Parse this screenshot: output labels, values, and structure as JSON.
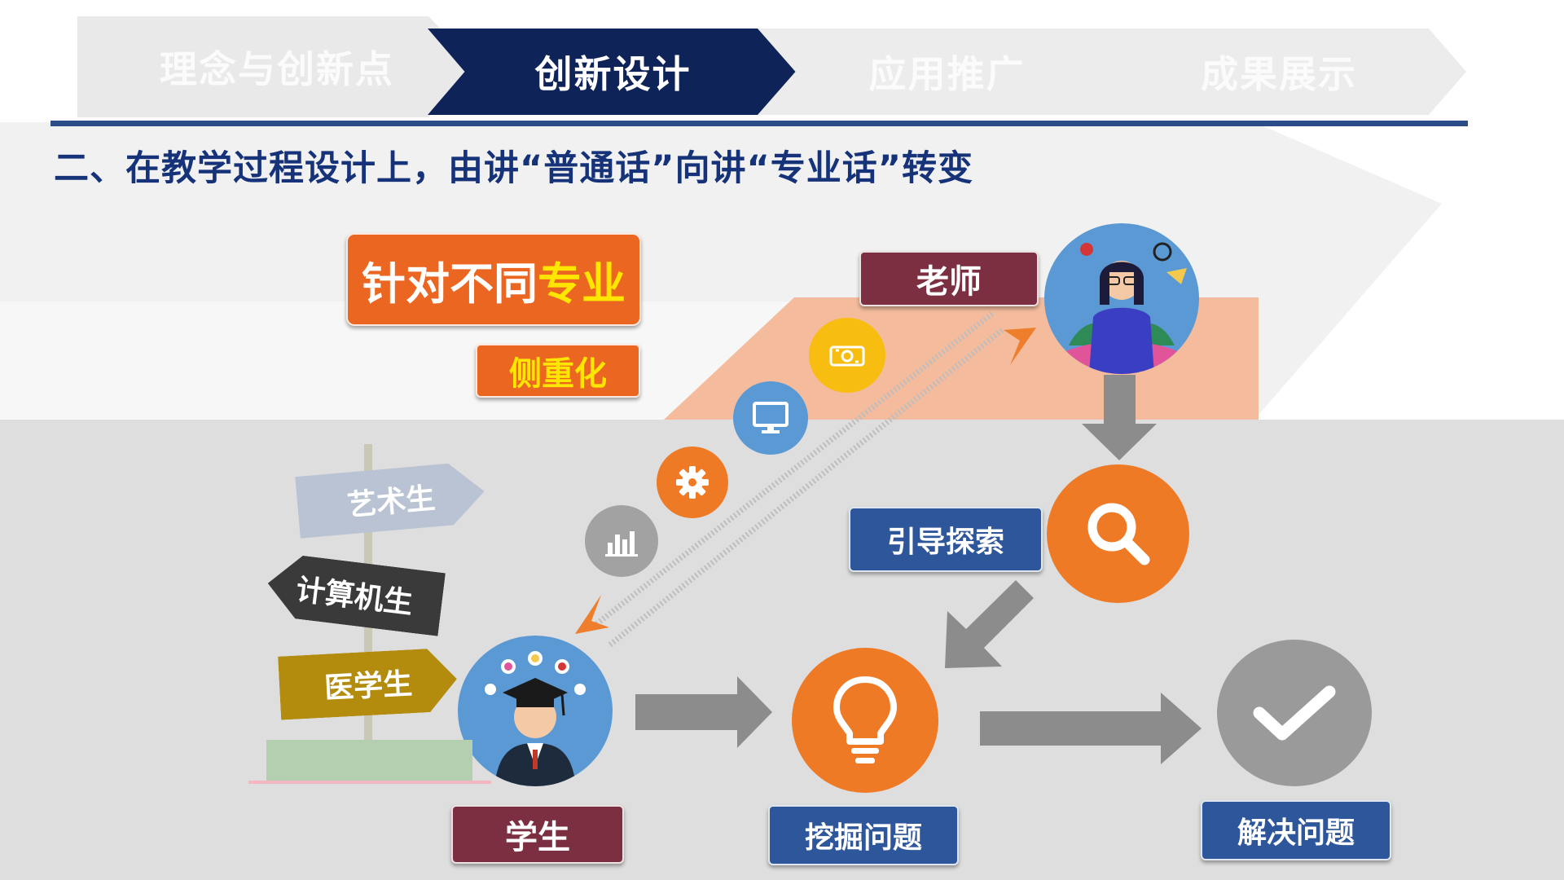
{
  "nav": {
    "tabs": [
      {
        "label": "理念与创新点",
        "active": false
      },
      {
        "label": "创新设计",
        "active": true
      },
      {
        "label": "应用推广",
        "active": false
      },
      {
        "label": "成果展示",
        "active": false
      }
    ]
  },
  "title": "二、在教学过程设计上，由讲“普通话”向讲“专业话”转变",
  "focus": {
    "prefix": "针对不同",
    "highlight": "专业"
  },
  "emphasis": "侧重化",
  "teacher_label": "老师",
  "student_label": "学生",
  "steps": {
    "guide": "引导探索",
    "dig": "挖掘问题",
    "solve": "解决问题"
  },
  "signpost": [
    "艺术生",
    "计算机生",
    "医学生"
  ],
  "icons": [
    "money-icon",
    "monitor-icon",
    "gear-icon",
    "bar-chart-icon",
    "search-icon",
    "lightbulb-icon",
    "checkmark-icon"
  ],
  "colors": {
    "navy": "#0e2358",
    "orange": "#ef7a26",
    "maroon": "#7b2f40",
    "blue": "#2e569a",
    "yellow": "#ffe600",
    "gray": "#9a9a9a"
  }
}
